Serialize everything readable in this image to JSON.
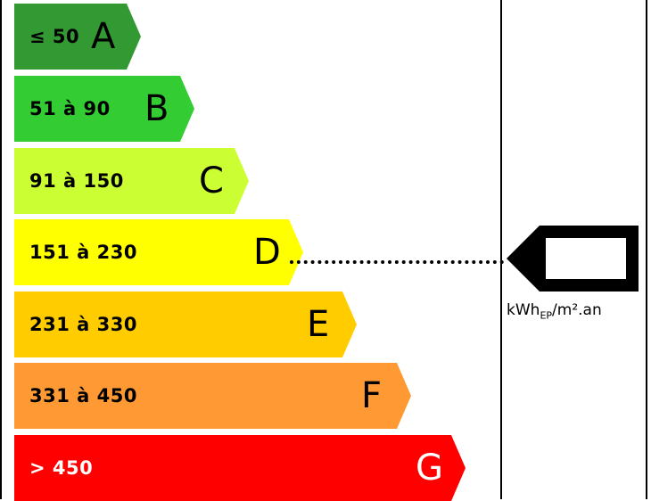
{
  "bars": [
    {
      "range": "≤ 50",
      "letter": "A",
      "color": "#339933",
      "textColor": "#000000"
    },
    {
      "range": "51 à 90",
      "letter": "B",
      "color": "#33cc33",
      "textColor": "#000000"
    },
    {
      "range": "91 à 150",
      "letter": "C",
      "color": "#ccff33",
      "textColor": "#000000"
    },
    {
      "range": "151 à 230",
      "letter": "D",
      "color": "#ffff00",
      "textColor": "#000000"
    },
    {
      "range": "231 à 330",
      "letter": "E",
      "color": "#ffcc00",
      "textColor": "#000000"
    },
    {
      "range": "331 à 450",
      "letter": "F",
      "color": "#ff9933",
      "textColor": "#000000"
    },
    {
      "range": "> 450",
      "letter": "G",
      "color": "#ff0000",
      "textColor": "#ffffff"
    }
  ],
  "indicator": {
    "value": "",
    "pointsToClass": "D",
    "color": "#000000"
  },
  "unit": {
    "prefix": "kWh",
    "sub": "EP",
    "suffix": "/m².an"
  }
}
